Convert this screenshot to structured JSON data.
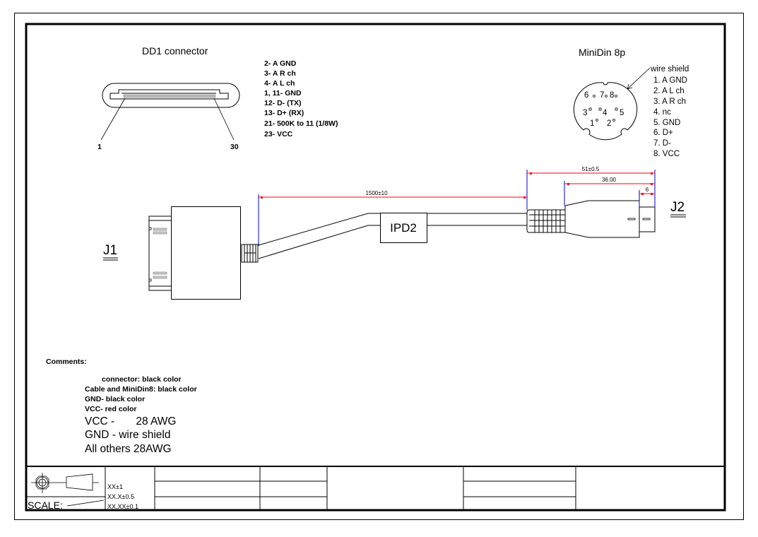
{
  "drawing": {
    "dd1": {
      "title": "DD1 connector",
      "pin_left": "1",
      "pin_right": "30",
      "pinout": [
        "2- A GND",
        "3- A R ch",
        "4- A L ch",
        "1, 11- GND",
        "12- D- (TX)",
        "13- D+ (RX)",
        "21- 500K to 11 (1/8W)",
        "23- VCC"
      ]
    },
    "minidin": {
      "title": "MiniDin 8p",
      "shield_label": "wire shield",
      "pin_numbers": [
        "6",
        "7",
        "8",
        "3",
        "4",
        "5",
        "1",
        "2"
      ],
      "pinout": [
        "1. A GND",
        "2. A L ch",
        "3. A R ch",
        "4. nc",
        "5. GND",
        "6. D+",
        "7. D-",
        "8. VCC"
      ]
    },
    "labels": {
      "j1": "J1",
      "j2": "J2",
      "ipd": "IPD2"
    },
    "dimensions": {
      "cable_length": "1500±10",
      "overall_j2": "51±0.5",
      "body_j2": "36.00",
      "tip_j2": "6"
    },
    "colors": {
      "dimension_line": "#ff0000",
      "extension_line": "#0000cc",
      "outline": "#000000"
    },
    "comments": {
      "heading": "Comments:",
      "lines": [
        "connector:  black color",
        "Cable and MiniDin8: black color",
        "GND- black color",
        "VCC- red color"
      ],
      "big_lines": [
        "VCC -       28 AWG",
        "GND - wire shield",
        "All others 28AWG"
      ]
    },
    "title_block": {
      "scale_label": "SCALE:",
      "tolerances": [
        "XX±1",
        "XX.X±0.5",
        "XX.XX±0.1"
      ]
    }
  }
}
